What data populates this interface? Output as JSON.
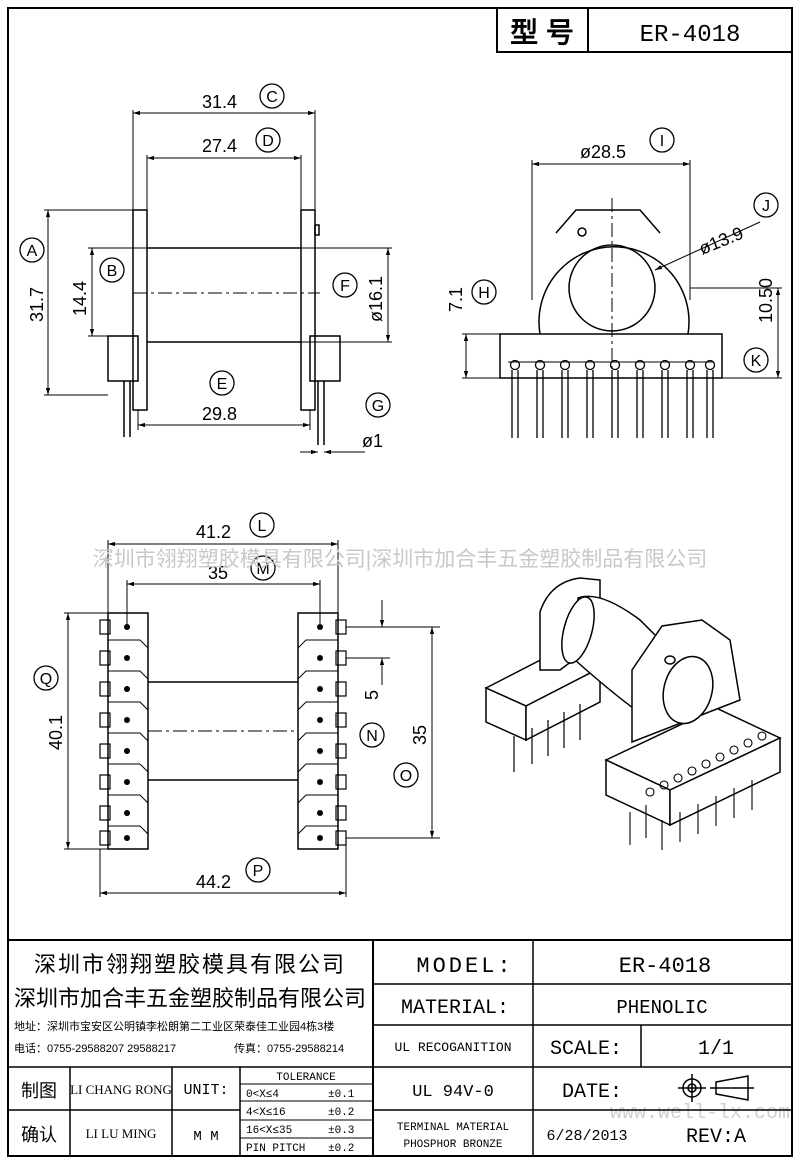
{
  "header": {
    "label": "型 号",
    "model": "ER-4018"
  },
  "dims": {
    "C": "C",
    "C_val": "31.4",
    "D": "D",
    "D_val": "27.4",
    "A": "A",
    "A_val": "31.7",
    "B": "B",
    "B_val": "14.4",
    "F": "F",
    "F_val": "ø16.1",
    "E": "E",
    "E_val": "29.8",
    "G": "G",
    "G_val": "ø1",
    "I": "I",
    "I_val": "ø28.5",
    "J": "J",
    "J_val": "ø13.9",
    "H": "H",
    "H_val": "7.1",
    "K": "K",
    "K_val": "10.50",
    "L": "L",
    "L_val": "41.2",
    "M": "M",
    "M_val": "35",
    "Q": "Q",
    "Q_val": "40.1",
    "N": "N",
    "N_val": "5",
    "O": "O",
    "O_val": "35",
    "P": "P",
    "P_val": "44.2"
  },
  "watermark": "深圳市翎翔塑胶模具有限公司|深圳市加合丰五金塑胶制品有限公司",
  "watermark_url": "www.well-lx.com",
  "titleblock": {
    "company1": "深圳市翎翔塑胶模具有限公司",
    "company2": "深圳市加合丰五金塑胶制品有限公司",
    "address": "地址：深圳市宝安区公明镇李松朗第二工业区荣泰佳工业园4栋3楼",
    "phone": "电话：0755-29588207  29588217",
    "fax": "传真：0755-29588214",
    "model_label": "MODEL:",
    "model_value": "ER-4018",
    "material_label": "MATERIAL:",
    "material_value": "PHENOLIC",
    "ul_label": "UL RECOGANITION",
    "ul_value": "UL 94V-0",
    "scale_label": "SCALE:",
    "scale_value": "1/1",
    "date_label": "DATE:",
    "date_value": "6/28/2013",
    "rev_label": "REV:A",
    "terminal1": "TERMINAL MATERIAL",
    "terminal2": "PHOSPHOR  BRONZE",
    "drawn_label": "制图",
    "drawn_name": "LI CHANG RONG",
    "check_label": "确认",
    "check_name": "LI LU MING",
    "unit_label": "UNIT:",
    "unit_value": "M M",
    "tol_title": "TOLERANCE",
    "tol1_range": "0<X≤4",
    "tol1_val": "±0.1",
    "tol2_range": "4<X≤16",
    "tol2_val": "±0.2",
    "tol3_range": "16<X≤35",
    "tol3_val": "±0.3",
    "tol4_range": "PIN PITCH",
    "tol4_val": "±0.2"
  }
}
